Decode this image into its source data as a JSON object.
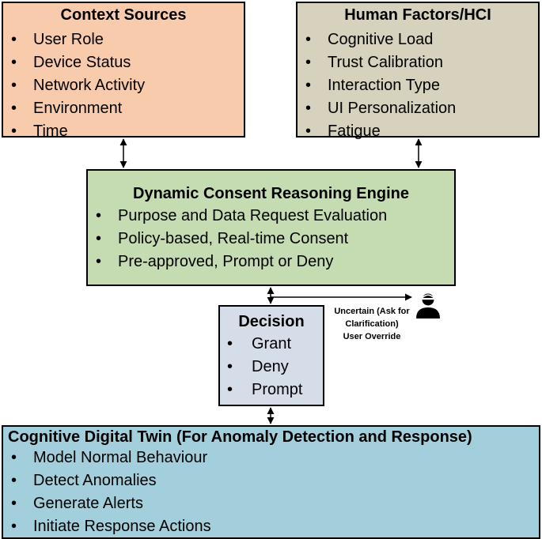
{
  "context_sources": {
    "title": "Context Sources",
    "items": [
      "User Role",
      "Device Status",
      "Network Activity",
      "Environment",
      "Time"
    ]
  },
  "human_factors": {
    "title": "Human Factors/HCI",
    "items": [
      "Cognitive Load",
      "Trust Calibration",
      "Interaction Type",
      "UI Personalization",
      "Fatigue"
    ]
  },
  "engine": {
    "title": "Dynamic Consent Reasoning Engine",
    "items": [
      "Purpose and Data Request Evaluation",
      "Policy-based, Real-time Consent",
      "Pre-approved, Prompt or Deny"
    ]
  },
  "decision": {
    "title": "Decision",
    "items": [
      "Grant",
      "Deny",
      "Prompt"
    ]
  },
  "uncertain": {
    "line1": "Uncertain (Ask for",
    "line2": "Clarification)",
    "line3": "User Override"
  },
  "twin": {
    "title": "Cognitive Digital Twin (For Anomaly Detection and Response)",
    "items": [
      "Model Normal Behaviour",
      "Detect Anomalies",
      "Generate Alerts",
      "Initiate Response Actions"
    ]
  },
  "colors": {
    "context": "#f8cbad",
    "human_factors": "#d6d2bd",
    "engine": "#c5dbb1",
    "decision": "#d5dde8",
    "twin": "#a3cfdc"
  },
  "icons": {
    "user": "user-person-icon"
  }
}
